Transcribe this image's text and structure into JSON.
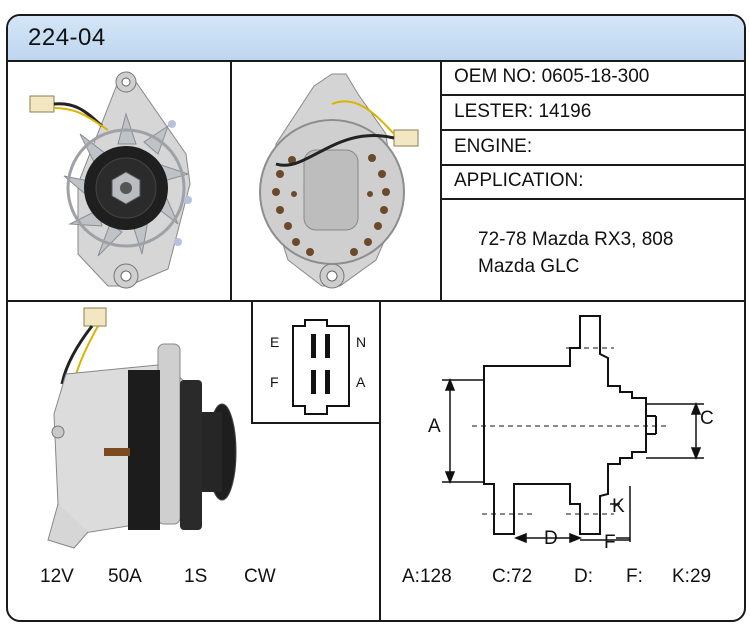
{
  "header": {
    "title": "224-04"
  },
  "specs": {
    "oem": "OEM NO: 0605-18-300",
    "lester": "LESTER: 14196",
    "engine": "ENGINE:",
    "application": "APPLICATION:",
    "application_lines": [
      "72-78 Mazda RX3, 808",
      "Mazda GLC"
    ]
  },
  "ratings": {
    "voltage": "12V",
    "amperage": "50A",
    "pulley": "1S",
    "rotation": "CW"
  },
  "plug": {
    "e": "E",
    "n": "N",
    "f": "F",
    "a": "A"
  },
  "dimensions": {
    "labels": {
      "a": "A",
      "c": "C",
      "d": "D",
      "f": "F",
      "k": "K"
    },
    "values": {
      "a": "A:128",
      "c": "C:72",
      "d": "D:",
      "f": "F:",
      "k": "K:29"
    }
  },
  "colors": {
    "header_bg": "#c9dff3",
    "border": "#1a1a1a"
  }
}
